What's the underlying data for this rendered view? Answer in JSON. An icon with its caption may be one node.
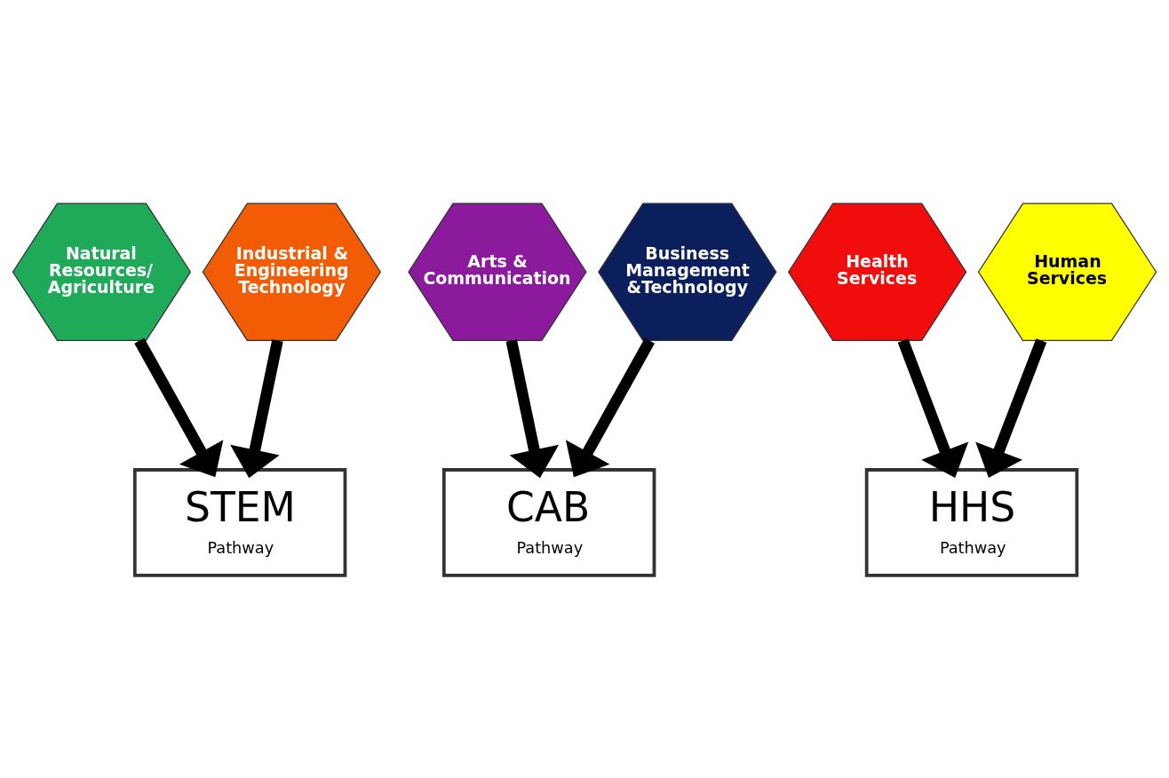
{
  "diagram": {
    "nodes": [
      {
        "text": [
          "Natural Resources/ Agriculture"
        ]
      },
      {
        "text": [
          "Industrial & Engineering Technology"
        ]
      },
      {
        "text": [
          "Arts & Communication"
        ]
      },
      {
        "text": [
          "Business Management &Technology"
        ]
      },
      {
        "text": [
          "Health Services"
        ]
      },
      {
        "text": [
          "Human Services"
        ]
      },
      {
        "text": [
          "STEM",
          "Pathway"
        ]
      },
      {
        "text": [
          "CAB",
          "Pathway"
        ]
      },
      {
        "text": [
          "HHS",
          "Pathway"
        ]
      }
    ],
    "edges": [
      {
        "from": 0,
        "to": 6,
        "arrow": "to"
      },
      {
        "from": 1,
        "to": 6,
        "arrow": "to"
      },
      {
        "from": 2,
        "to": 7,
        "arrow": "to"
      },
      {
        "from": 3,
        "to": 7,
        "arrow": "to"
      },
      {
        "from": 4,
        "to": 8,
        "arrow": "to"
      },
      {
        "from": 5,
        "to": 8,
        "arrow": "to"
      }
    ]
  }
}
